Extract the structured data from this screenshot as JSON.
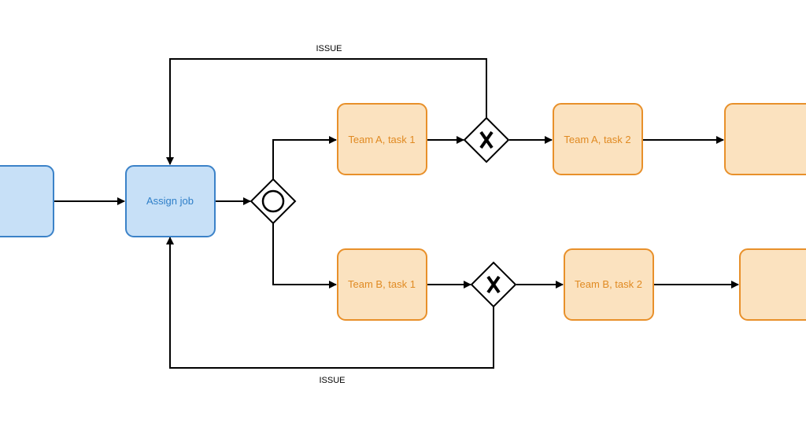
{
  "colors": {
    "blue_fill": "#c7e0f7",
    "blue_stroke": "#3b82c8",
    "orange_fill": "#fbe2bf",
    "orange_stroke": "#e8902a",
    "edge": "#000000"
  },
  "nodes": {
    "assign_job": "Assign job",
    "team_a_task1": "Team A, task 1",
    "team_a_task2": "Team A, task 2",
    "team_b_task1": "Team B, task 1",
    "team_b_task2": "Team B, task 2"
  },
  "edges": {
    "issue_top": "ISSUE",
    "issue_bottom": "ISSUE"
  },
  "icons": {
    "parallel_gateway": "inclusive-gateway-icon",
    "exclusive_gateway": "exclusive-gateway-icon"
  }
}
